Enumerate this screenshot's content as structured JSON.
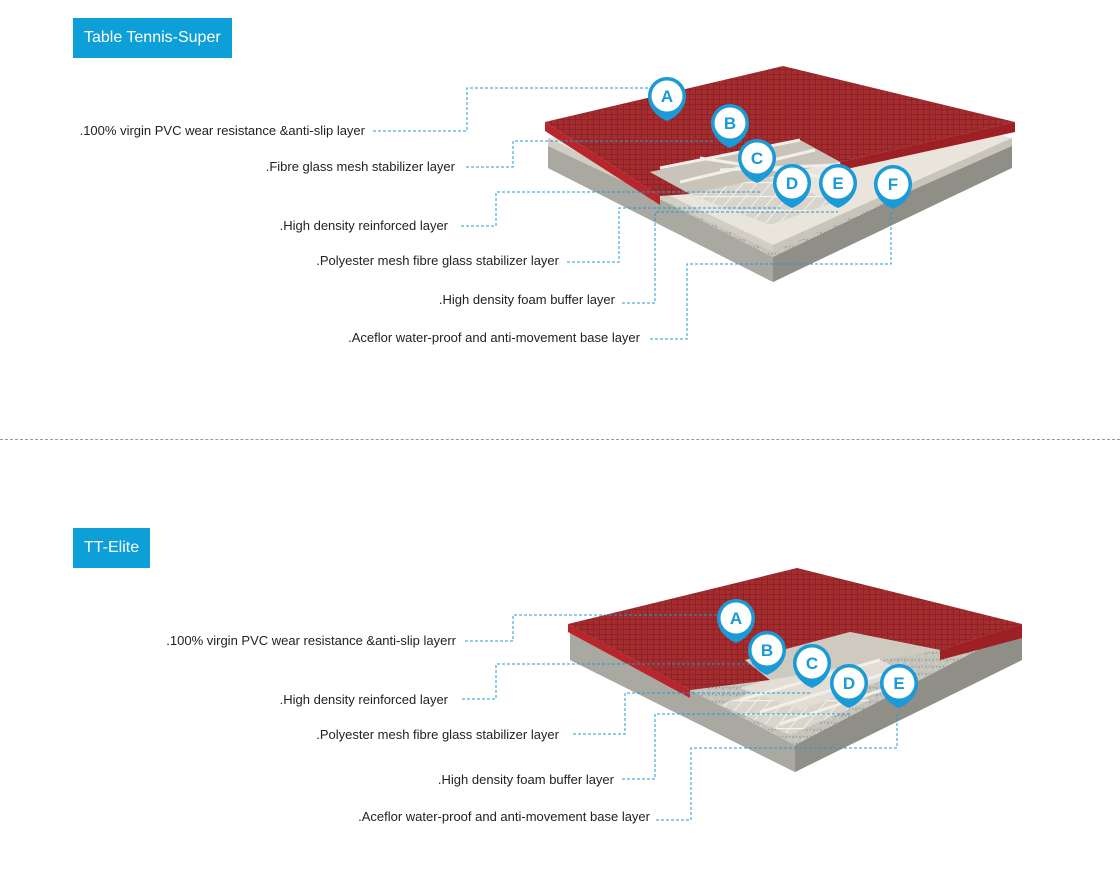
{
  "sections": [
    {
      "title": "Table Tennis-Super",
      "layers": [
        {
          "letter": "A",
          "label": ".100% virgin PVC wear resistance &anti-slip layer"
        },
        {
          "letter": "B",
          "label": ".Fibre glass mesh stabilizer layer"
        },
        {
          "letter": "C",
          "label": ".High density reinforced layer"
        },
        {
          "letter": "D",
          "label": ".Polyester mesh fibre glass stabilizer layer"
        },
        {
          "letter": "E",
          "label": ".High density foam buffer layer"
        },
        {
          "letter": "F",
          "label": ".Aceflor water-proof and anti-movement base layer"
        }
      ]
    },
    {
      "title": "TT-Elite",
      "layers": [
        {
          "letter": "A",
          "label": ".100% virgin PVC wear resistance &anti-slip layerr"
        },
        {
          "letter": "B",
          "label": ".High density reinforced layer"
        },
        {
          "letter": "C",
          "label": ".Polyester mesh fibre glass stabilizer layer"
        },
        {
          "letter": "D",
          "label": ".High density foam buffer layer"
        },
        {
          "letter": "E",
          "label": ".Aceflor water-proof and anti-movement base layer"
        }
      ]
    }
  ],
  "colors": {
    "accent": "#0d9fd8",
    "pvc_top": "#8e2326",
    "pvc_side": "#b8262b",
    "foam": "#e9e5dc",
    "base": "#b9b9b1"
  }
}
